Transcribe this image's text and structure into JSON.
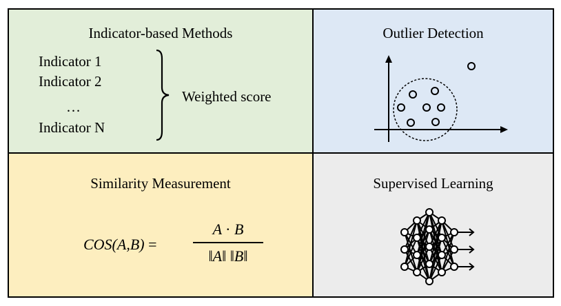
{
  "colors": {
    "indicator_bg": "#e2eed9",
    "outlier_bg": "#dde8f5",
    "similarity_bg": "#fdeebf",
    "supervised_bg": "#ececec"
  },
  "indicator": {
    "title": "Indicator-based Methods",
    "items": [
      "Indicator 1",
      "Indicator 2",
      "…",
      "Indicator N"
    ],
    "result": "Weighted score"
  },
  "outlier": {
    "title": "Outlier Detection",
    "icon": "scatter-plot-icon"
  },
  "similarity": {
    "title": "Similarity Measurement",
    "formula": {
      "lhs_fn": "COS(A,B)",
      "equals": "=",
      "numerator_a": "A",
      "dot": "·",
      "numerator_b": "B",
      "denominator_a": "‖A‖",
      "denominator_b": "‖B‖"
    }
  },
  "supervised": {
    "title": "Supervised Learning",
    "icon": "neural-network-icon"
  }
}
